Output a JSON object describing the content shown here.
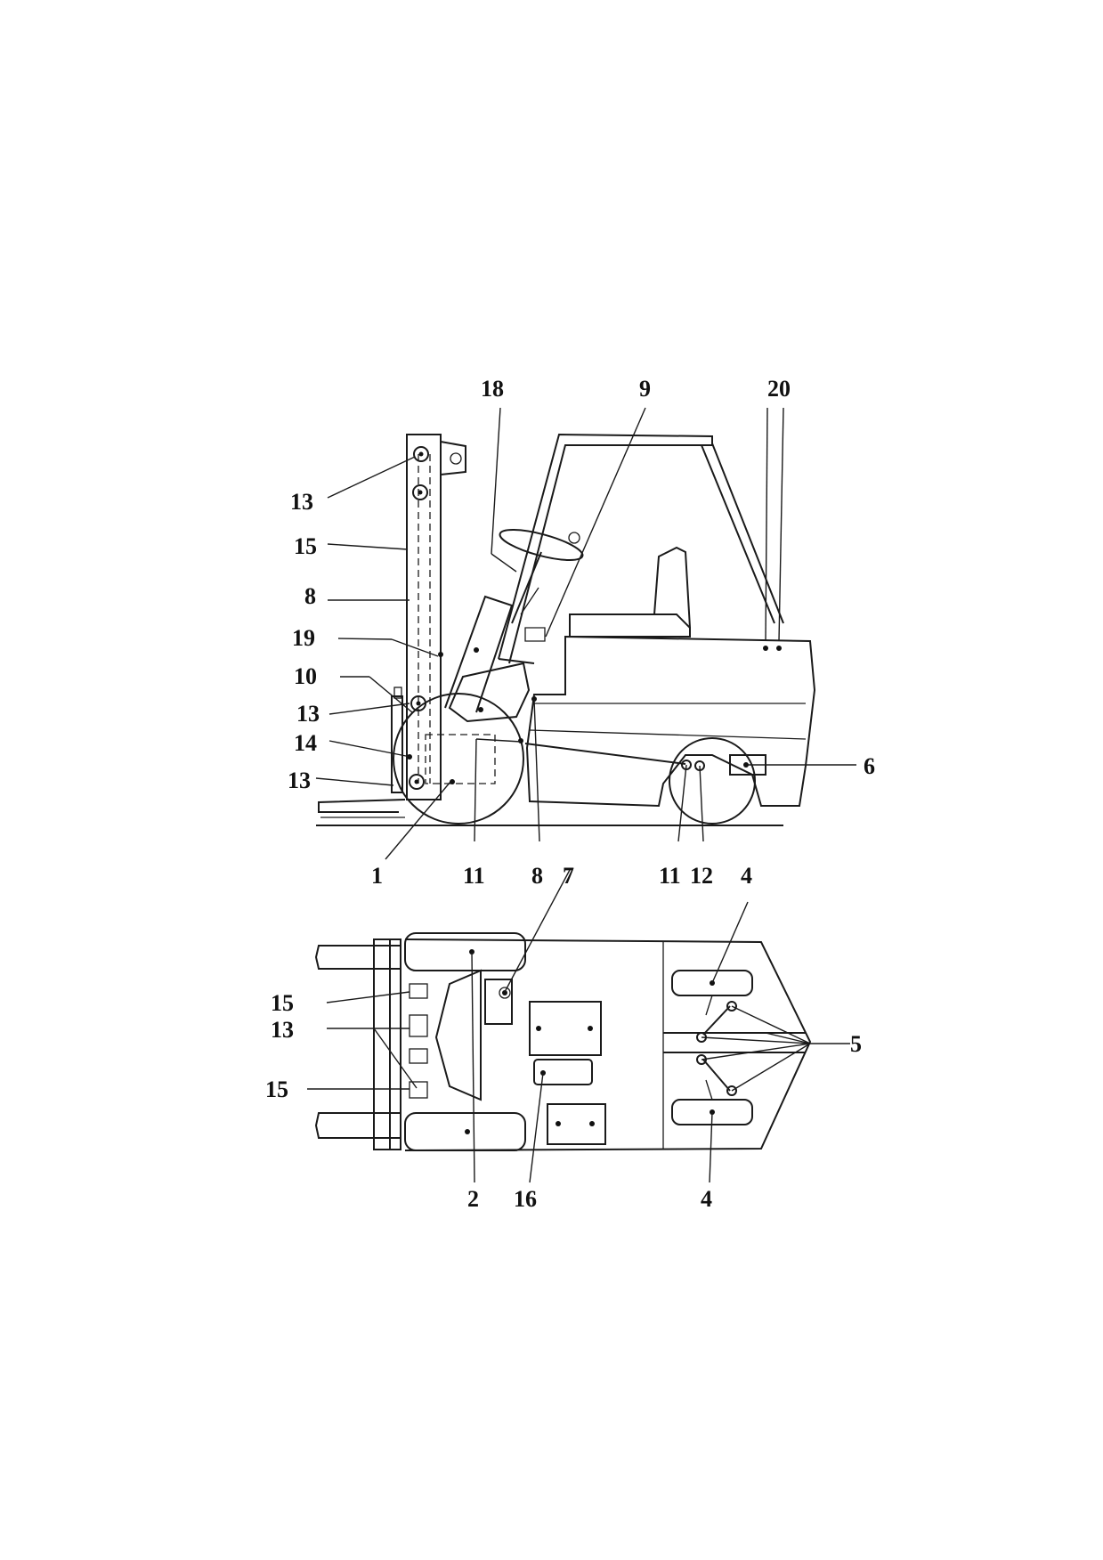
{
  "labels": {
    "side_view": {
      "n18": "18",
      "n9": "9",
      "n20": "20",
      "n13_top": "13",
      "n15": "15",
      "n8_left": "8",
      "n19": "19",
      "n10": "10",
      "n13_mid": "13",
      "n14": "14",
      "n13_low": "13",
      "n6": "6",
      "n1": "1",
      "n11_a": "11",
      "n8_bottom": "8",
      "n7": "7",
      "n11_b": "11",
      "n12": "12",
      "n4_top": "4"
    },
    "top_view": {
      "n15_a": "15",
      "n13": "13",
      "n15_b": "15",
      "n5": "5",
      "n2": "2",
      "n16": "16",
      "n4_bottom": "4"
    }
  }
}
